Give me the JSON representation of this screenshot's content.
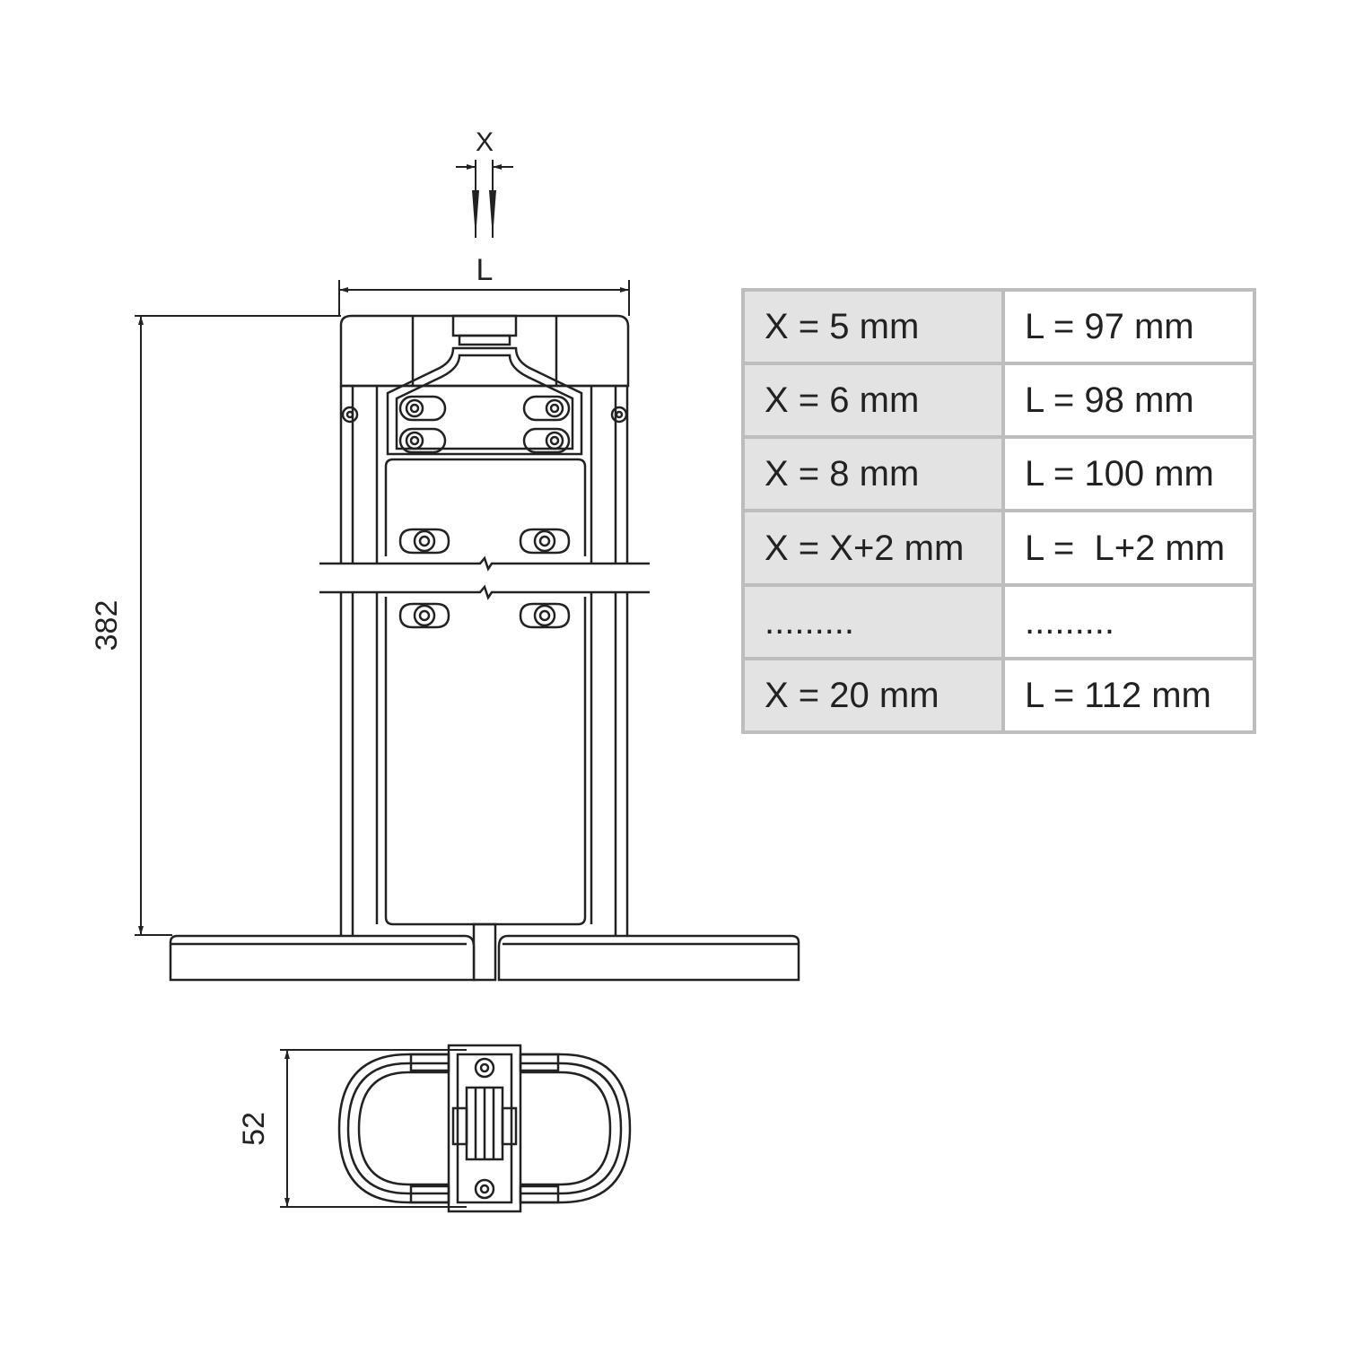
{
  "dimensions": {
    "x_label": "X",
    "l_label": "L",
    "height_label": "382",
    "depth_label": "52"
  },
  "table": {
    "rows": [
      {
        "x": "X = 5 mm",
        "l": "L = 97 mm"
      },
      {
        "x": "X = 6 mm",
        "l": "L = 98 mm"
      },
      {
        "x": "X = 8 mm",
        "l": "L = 100 mm"
      },
      {
        "x": "X = X+2 mm",
        "l": "L =  L+2 mm"
      },
      {
        "x": ".........",
        "l": "........."
      },
      {
        "x": "X = 20 mm",
        "l": "L = 112 mm"
      }
    ]
  },
  "colors": {
    "line": "#222222",
    "table_border": "#bdbdbd",
    "table_x_column": "#e3e3e3"
  }
}
